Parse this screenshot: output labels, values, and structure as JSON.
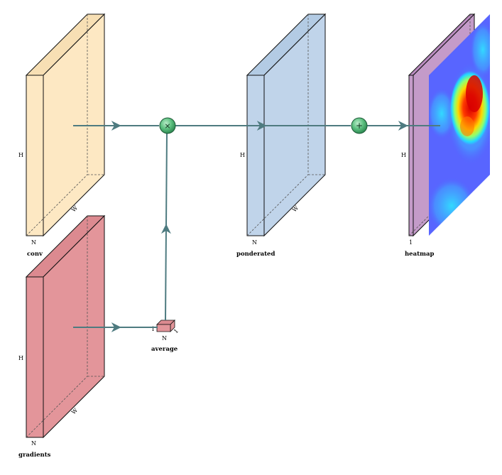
{
  "colors": {
    "conv": "#fde8c3",
    "conv_side": "#f7dfb4",
    "gradients": "#e3959a",
    "gradients_side": "#dc8a90",
    "ponderated": "#c0d4ea",
    "ponderated_side": "#b3cbe4",
    "heatmap_block": "#c49bc9",
    "heatmap_side": "#b98bbf",
    "arrow": "#4e7b80",
    "operator": "#6cc48c"
  },
  "blocks": {
    "conv": {
      "label": "conv",
      "height_label": "H",
      "width_label": "W",
      "depth_label": "N"
    },
    "gradients": {
      "label": "gradients",
      "height_label": "H",
      "width_label": "W",
      "depth_label": "N"
    },
    "average": {
      "label": "average",
      "height_label": "1",
      "width_label": "1",
      "depth_label": "N"
    },
    "ponderated": {
      "label": "ponderated",
      "height_label": "H",
      "width_label": "W",
      "depth_label": "N"
    },
    "heatmap": {
      "label": "heatmap",
      "height_label": "H",
      "depth_label": "1"
    }
  },
  "operators": {
    "multiply": {
      "symbol": "×",
      "icon": "multiply-icon"
    },
    "sum": {
      "symbol": "+",
      "icon": "sum-icon"
    }
  }
}
